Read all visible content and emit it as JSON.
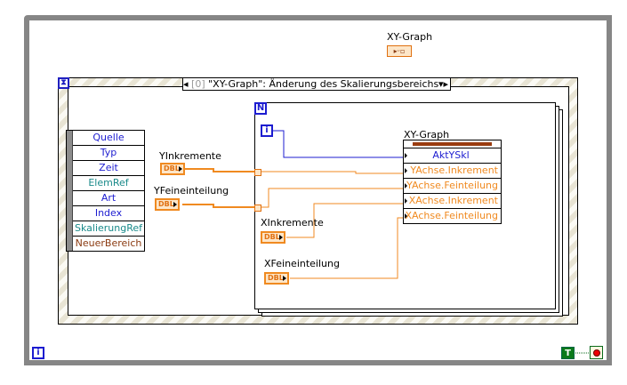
{
  "event_structure": {
    "selector": {
      "index": "[0]",
      "event": "\"XY-Graph\": Änderung des Skalierungsbereichs"
    }
  },
  "event_data_node": {
    "items": [
      {
        "label": "Quelle",
        "color": "#1c1cd0"
      },
      {
        "label": "Typ",
        "color": "#1c1cd0"
      },
      {
        "label": "Zeit",
        "color": "#1c1cd0"
      },
      {
        "label": "ElemRef",
        "color": "#1a8a8a"
      },
      {
        "label": "Art",
        "color": "#1c1cd0"
      },
      {
        "label": "Index",
        "color": "#1c1cd0"
      },
      {
        "label": "SkalierungRef",
        "color": "#1a8a8a"
      },
      {
        "label": "NeuerBereich",
        "color": "#8a3a10"
      }
    ]
  },
  "controls": {
    "yinkremente": "YInkremente",
    "yfeineinteilung": "YFeineinteilung",
    "xinkremente": "XInkremente",
    "xfeineinteilung": "XFeineinteilung",
    "dbl": "DBL"
  },
  "for_loop": {
    "count": "N",
    "iteration": "i"
  },
  "property_node": {
    "label": "XY-Graph",
    "items": [
      {
        "label": "AktYSkl",
        "color": "#1c1cd0"
      },
      {
        "label": "YAchse.Inkrement",
        "color": "#f08a20"
      },
      {
        "label": "YAchse.Feinteilung",
        "color": "#f08a20"
      },
      {
        "label": "XAchse.Inkrement",
        "color": "#f08a20"
      },
      {
        "label": "XAchse.Feinteilung",
        "color": "#f08a20"
      }
    ]
  },
  "graph_terminal": {
    "label": "XY-Graph"
  },
  "while_loop": {
    "iteration": "i",
    "true_constant": "T"
  },
  "colors": {
    "dbl_wire": "#f08a20",
    "int_wire": "#1c1cd0",
    "loop_border": "#868686"
  }
}
